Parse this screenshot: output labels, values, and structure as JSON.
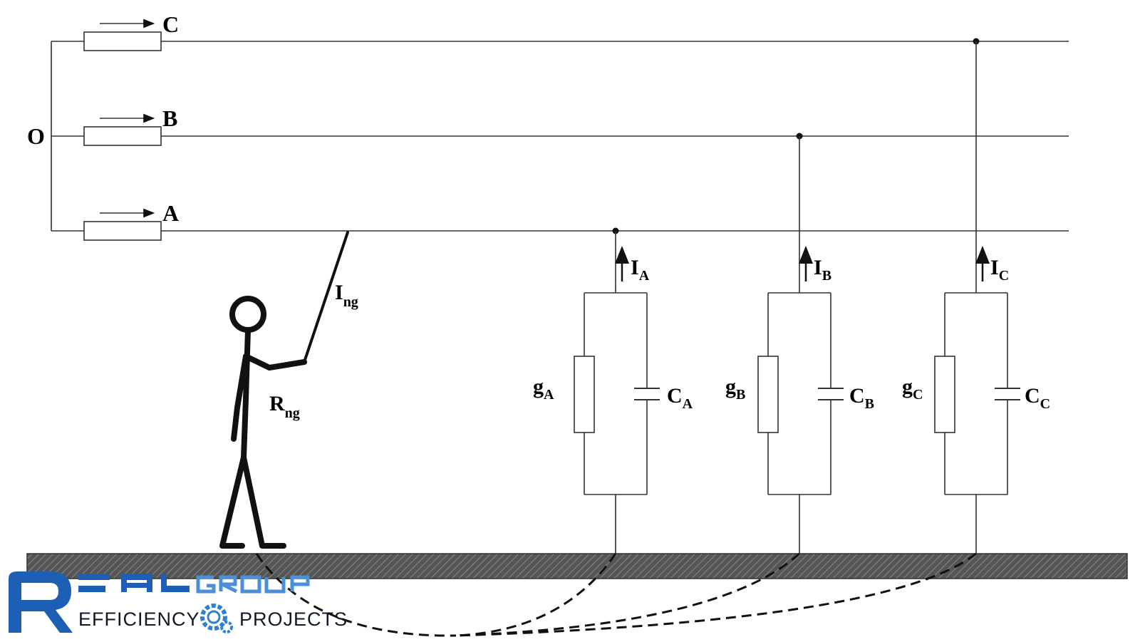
{
  "diagram": {
    "neutral_label": "O",
    "phases": [
      {
        "label": "C"
      },
      {
        "label": "B"
      },
      {
        "label": "A"
      }
    ],
    "fault_current": {
      "main": "I",
      "sub": "ng"
    },
    "body_resistance": {
      "main": "R",
      "sub": "ng"
    },
    "branches": [
      {
        "current_main": "I",
        "current_sub": "A",
        "g_main": "g",
        "g_sub": "A",
        "c_main": "C",
        "c_sub": "A"
      },
      {
        "current_main": "I",
        "current_sub": "B",
        "g_main": "g",
        "g_sub": "B",
        "c_main": "C",
        "c_sub": "B"
      },
      {
        "current_main": "I",
        "current_sub": "C",
        "g_main": "g",
        "g_sub": "C",
        "c_main": "C",
        "c_sub": "C"
      }
    ]
  },
  "logo": {
    "efficiency": "EFFICIENCY",
    "projects": "PROJECTS",
    "primary_color": "#1d5fb4",
    "secondary_color": "#4a8fd8"
  }
}
